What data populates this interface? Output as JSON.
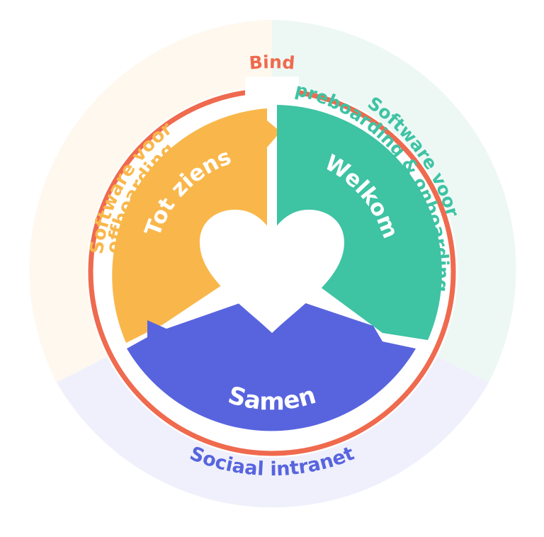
{
  "center": {
    "label": "Bind"
  },
  "segments": [
    {
      "id": "offboarding-segment",
      "label": "Tot ziens",
      "color": "#F9B74B"
    },
    {
      "id": "onboarding-segment",
      "label": "Welkom",
      "color": "#3EC3A3"
    },
    {
      "id": "intranet-segment",
      "label": "Samen",
      "color": "#5864DE"
    }
  ],
  "outer": {
    "offboarding": {
      "line1": "Software voor",
      "line2": "offboarding",
      "text_color": "#F9B74B",
      "bg_color": "#FEF8EE"
    },
    "onboarding": {
      "line1": "Software voor",
      "line2": "preboarding & onboarding",
      "text_color": "#3EC3A3",
      "bg_color": "#EDF8F5"
    },
    "intranet": {
      "line1": "Sociaal intranet",
      "text_color": "#5864DE",
      "bg_color": "#EFF0FB"
    }
  },
  "ring_color": "#EF6A4E",
  "heart_icon": "heart-icon"
}
